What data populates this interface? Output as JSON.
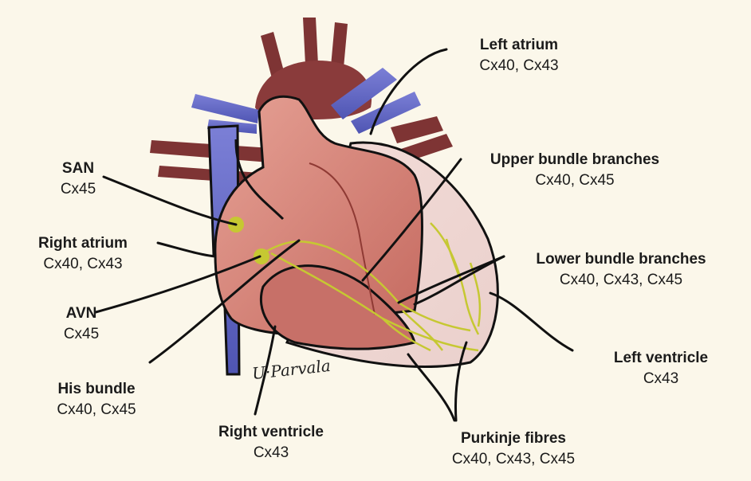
{
  "labels": {
    "left_atrium": {
      "title": "Left atrium",
      "sub": "Cx40, Cx43"
    },
    "upper_bundle": {
      "title": "Upper bundle branches",
      "sub": "Cx40, Cx45"
    },
    "san": {
      "title": "SAN",
      "sub": "Cx45"
    },
    "right_atrium": {
      "title": "Right atrium",
      "sub": "Cx40, Cx43"
    },
    "lower_bundle": {
      "title": "Lower bundle branches",
      "sub": "Cx40, Cx43, Cx45"
    },
    "avn": {
      "title": "AVN",
      "sub": "Cx45"
    },
    "left_ventricle": {
      "title": "Left ventricle",
      "sub": "Cx43"
    },
    "his_bundle": {
      "title": "His bundle",
      "sub": "Cx40, Cx45"
    },
    "right_ventricle": {
      "title": "Right ventricle",
      "sub": "Cx43"
    },
    "purkinje": {
      "title": "Purkinje fibres",
      "sub": "Cx40, Cx43, Cx45"
    }
  },
  "signature": "U·Parvala",
  "colors": {
    "background": "#fbf7ea",
    "vessel_red": "#7e3434",
    "vein_blue": "#6a6fc4",
    "myocardium": "#d9867a",
    "conduction": "#c6c832",
    "outline": "#111111"
  }
}
